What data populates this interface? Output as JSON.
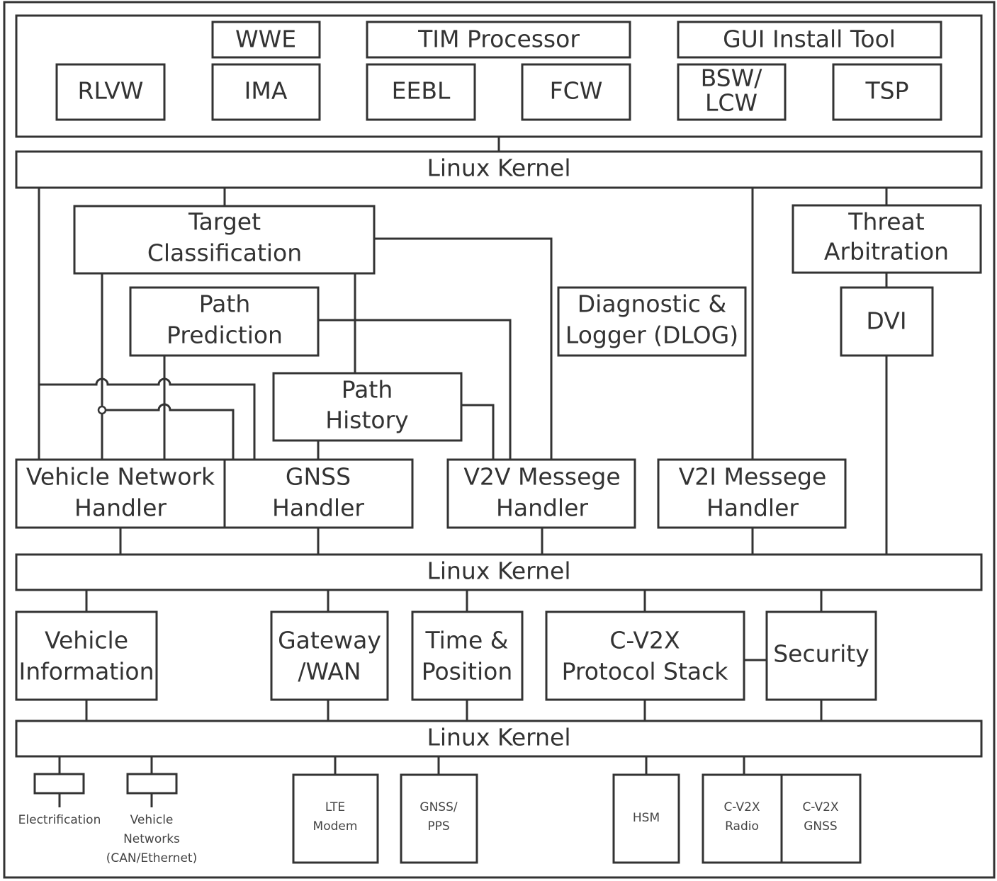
{
  "apps": {
    "wwe": "WWE",
    "tim": "TIM Processor",
    "gui": "GUI Install Tool",
    "rlvw": "RLVW",
    "ima": "IMA",
    "eebl": "EEBL",
    "fcw": "FCW",
    "bsw": [
      "BSW/",
      "LCW"
    ],
    "tsp": "TSP"
  },
  "kernel": "Linux Kernel",
  "middleware": {
    "target": [
      "Target",
      "Classification"
    ],
    "path_prediction": [
      "Path",
      "Prediction"
    ],
    "path_history": [
      "Path",
      "History"
    ],
    "diagnostic": [
      "Diagnostic &",
      "Logger (DLOG)"
    ],
    "threat": [
      "Threat",
      "Arbitration"
    ],
    "dvi": "DVI",
    "vehicle_network": [
      "Vehicle Network",
      "Handler"
    ],
    "gnss_handler": [
      "GNSS",
      "Handler"
    ],
    "v2v": [
      "V2V Messege",
      "Handler"
    ],
    "v2i": [
      "V2I Messege",
      "Handler"
    ]
  },
  "services": {
    "vehicle_info": [
      "Vehicle",
      "Information"
    ],
    "gateway": [
      "Gateway",
      "/WAN"
    ],
    "time_position": [
      "Time &",
      "Position"
    ],
    "cv2x_stack": [
      "C-V2X",
      "Protocol Stack"
    ],
    "security": "Security"
  },
  "hardware": {
    "electrification": "Electrification",
    "vehicle_networks": [
      "Vehicle",
      "Networks",
      "(CAN/Ethernet)"
    ],
    "lte": [
      "LTE",
      "Modem"
    ],
    "gnss_pps": [
      "GNSS/",
      "PPS"
    ],
    "hsm": "HSM",
    "cv2x_radio": [
      "C-V2X",
      "Radio"
    ],
    "cv2x_gnss": [
      "C-V2X",
      "GNSS"
    ]
  }
}
